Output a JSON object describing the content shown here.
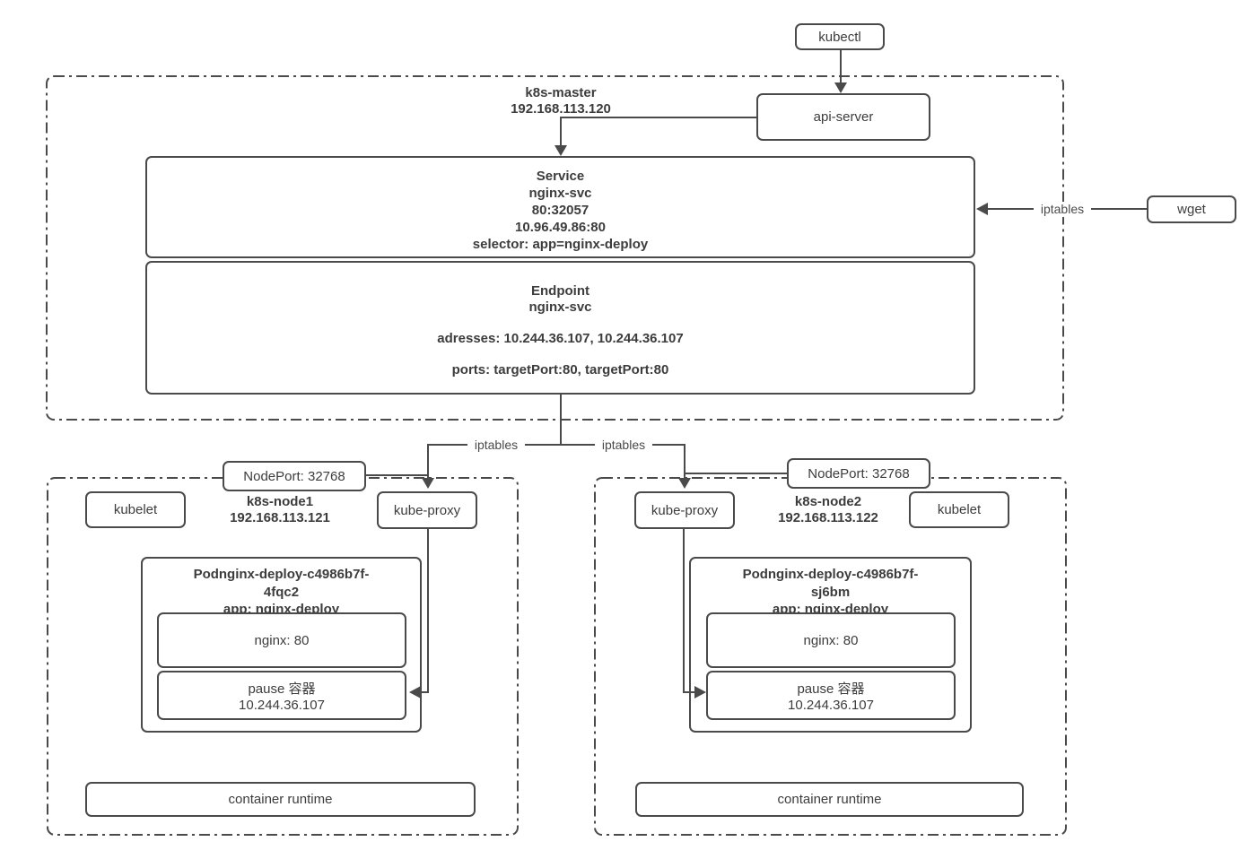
{
  "kubectl_label": "kubectl",
  "api_server_label": "api-server",
  "wget_label": "wget",
  "iptables_label": "iptables",
  "master": {
    "name": "k8s-master",
    "ip": "192.168.113.120",
    "service": {
      "title": "Service",
      "name": "nginx-svc",
      "port_mapping": "80:32057",
      "cluster_ip": "10.96.49.86:80",
      "selector": "selector: app=nginx-deploy"
    },
    "endpoint": {
      "title": "Endpoint",
      "name": "nginx-svc",
      "addresses": "adresses: 10.244.36.107, 10.244.36.107",
      "ports": "ports: targetPort:80, targetPort:80"
    }
  },
  "nodes": [
    {
      "name": "k8s-node1",
      "ip": "192.168.113.121",
      "nodeport_label": "NodePort: 32768",
      "kubelet_label": "kubelet",
      "kube_proxy_label": "kube-proxy",
      "pod": {
        "title_line1": "Podnginx-deploy-c4986b7f-",
        "title_line2": "4fqc2",
        "title_line3": "app: nginx-deploy",
        "nginx_container": "nginx: 80",
        "pause_container": "pause 容器",
        "pause_ip": "10.244.36.107"
      },
      "container_runtime_label": "container runtime"
    },
    {
      "name": "k8s-node2",
      "ip": "192.168.113.122",
      "nodeport_label": "NodePort: 32768",
      "kubelet_label": "kubelet",
      "kube_proxy_label": "kube-proxy",
      "pod": {
        "title_line1": "Podnginx-deploy-c4986b7f-",
        "title_line2": "sj6bm",
        "title_line3": "app: nginx-deploy",
        "nginx_container": "nginx: 80",
        "pause_container": "pause 容器",
        "pause_ip": "10.244.36.107"
      },
      "container_runtime_label": "container runtime"
    }
  ],
  "colors": {
    "line": "#4a4a4a",
    "text": "#3c3c3c",
    "background": "#ffffff"
  }
}
